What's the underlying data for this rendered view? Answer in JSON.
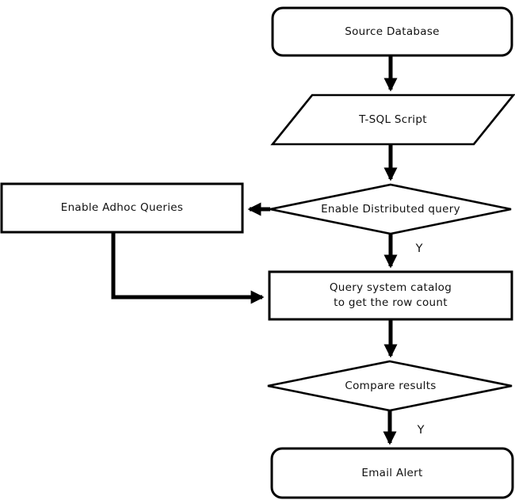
{
  "diagram": {
    "background_color": "#ffffff",
    "stroke_color": "#000000",
    "text_color": "#111111",
    "nodes": {
      "source_database": {
        "label": "Source Database",
        "shape": "rounded-rectangle"
      },
      "tsql_script": {
        "label": "T-SQL Script",
        "shape": "parallelogram"
      },
      "enable_distributed_query": {
        "label": "Enable Distributed query",
        "shape": "diamond"
      },
      "enable_adhoc_queries": {
        "label": "Enable Adhoc Queries",
        "shape": "rectangle"
      },
      "query_system_catalog": {
        "label": "Query system catalog\nto get the row count",
        "shape": "rectangle"
      },
      "compare_results": {
        "label": "Compare results",
        "shape": "diamond"
      },
      "email_alert": {
        "label": "Email Alert",
        "shape": "rounded-rectangle"
      }
    },
    "edges": [
      {
        "from": "source_database",
        "to": "tsql_script",
        "label": ""
      },
      {
        "from": "tsql_script",
        "to": "enable_distributed_query",
        "label": ""
      },
      {
        "from": "enable_distributed_query",
        "to": "enable_adhoc_queries",
        "label": ""
      },
      {
        "from": "enable_distributed_query",
        "to": "query_system_catalog",
        "label": "Y"
      },
      {
        "from": "enable_adhoc_queries",
        "to": "query_system_catalog",
        "label": ""
      },
      {
        "from": "query_system_catalog",
        "to": "compare_results",
        "label": ""
      },
      {
        "from": "compare_results",
        "to": "email_alert",
        "label": "Y"
      }
    ]
  }
}
